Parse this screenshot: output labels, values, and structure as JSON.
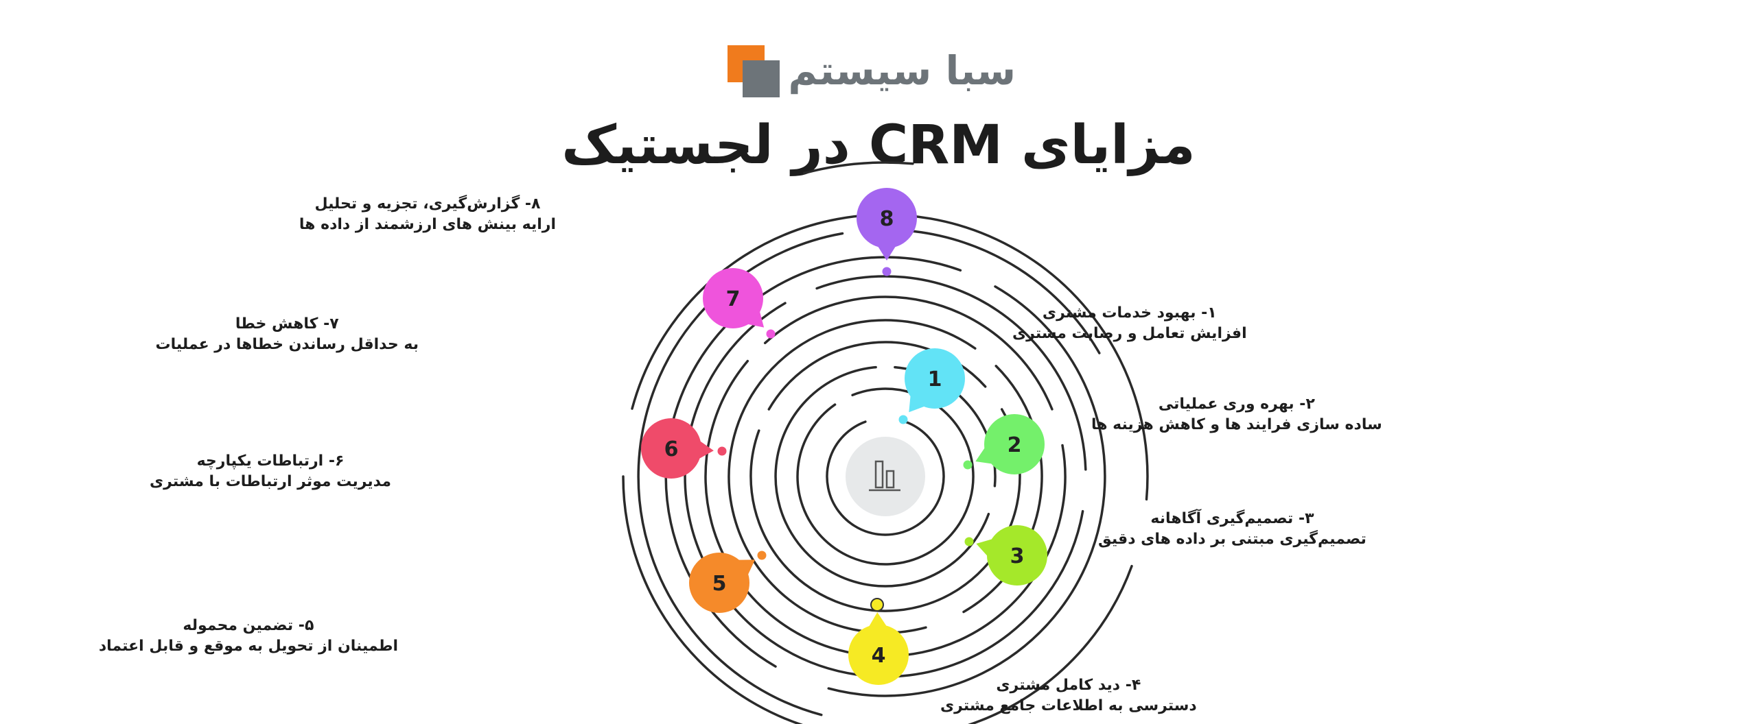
{
  "brand": {
    "name": "سبا سیستم",
    "colors": {
      "primary": "#f07b1d",
      "secondary": "#6d7479"
    }
  },
  "title": "مزایای CRM در لجستیک",
  "center_icon": "bar-chart-icon",
  "benefits": [
    {
      "num": "1",
      "title": "۱- بهبود خدمات مشتری",
      "desc": "افزایش تعامل و رضایت مشتری",
      "color": "#62e3f6"
    },
    {
      "num": "2",
      "title": "۲- بهره وری عملیاتی",
      "desc": "ساده سازی فرایند ها و کاهش هزینه ها",
      "color": "#74f06b"
    },
    {
      "num": "3",
      "title": "۳- تصمیم‌گیری آگاهانه",
      "desc": "تصمیم‌گیری مبتنی بر داده های دقیق",
      "color": "#a5e82a"
    },
    {
      "num": "4",
      "title": "۴- دید کامل مشتری",
      "desc": "دسترسی به اطلاعات جامع مشتری",
      "color": "#f6ea24"
    },
    {
      "num": "5",
      "title": "۵- تضمین محموله",
      "desc": "اطمینان از تحویل به موقع و قابل اعتماد",
      "color": "#f58a2a"
    },
    {
      "num": "6",
      "title": "۶- ارتباطات یکپارچه",
      "desc": "مدیریت موثر ارتباطات با مشتری",
      "color": "#ef4b6a"
    },
    {
      "num": "7",
      "title": "۷- کاهش خطا",
      "desc": "به حداقل رساندن خطاها در عملیات",
      "color": "#ef54dc"
    },
    {
      "num": "8",
      "title": "۸- گزارش‌گیری، تجزیه و تحلیل",
      "desc": "ارایه بینش های ارزشمند از داده ها",
      "color": "#a466f0"
    }
  ]
}
